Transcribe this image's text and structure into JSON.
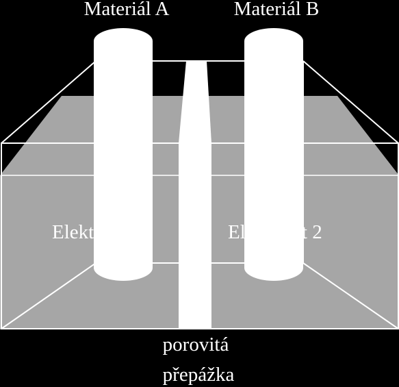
{
  "labels": {
    "material_a": "Materiál A",
    "material_b": "Materiál B",
    "electrolyte_1": "Elektrolyt 1",
    "electrolyte_2": "Elektrolyt 2",
    "separator_line1": "porovitá",
    "separator_line2": "přepážka"
  },
  "colors": {
    "background": "#000000",
    "electrolyte": "#a6a6a6",
    "electrode": "#ffffff",
    "separator": "#ffffff",
    "outline": "#ffffff",
    "text": "#ffffff"
  }
}
